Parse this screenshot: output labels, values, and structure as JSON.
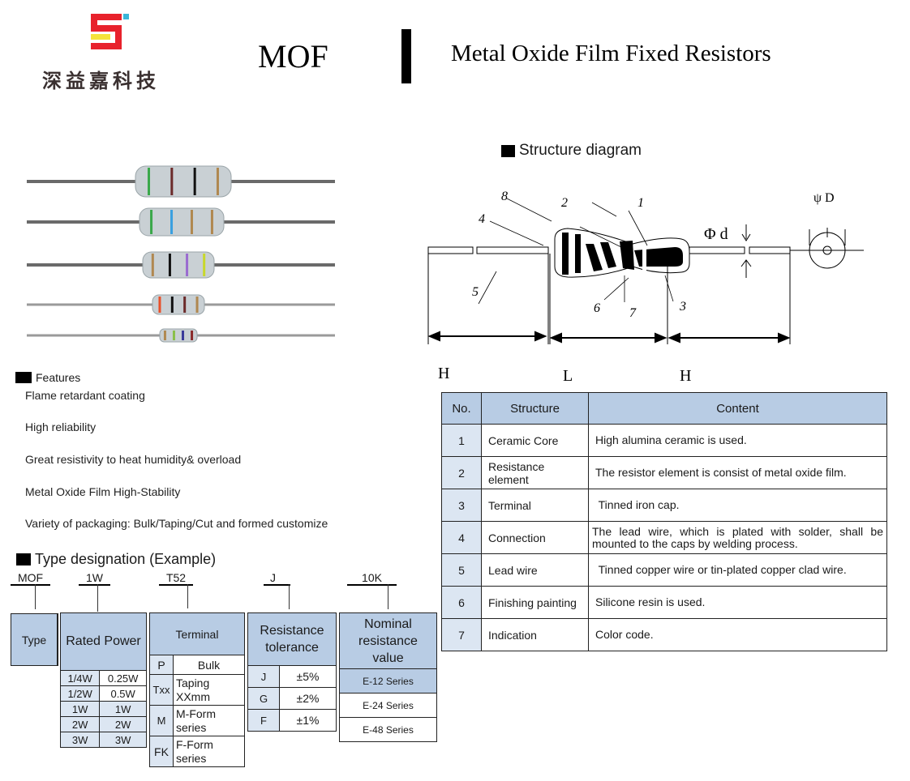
{
  "header": {
    "company_name": "深益嘉科技",
    "product_code": "MOF",
    "product_title": "Metal Oxide Film Fixed Resistors",
    "brand_colors": {
      "red": "#e8222c",
      "yellow": "#f5e33a",
      "cyan": "#3ab6d8"
    }
  },
  "photo": {
    "description": "Five axial metal oxide film resistors of decreasing size",
    "resistors": [
      {
        "bands": [
          "#3aa84a",
          "#6b2a2a",
          "#111111",
          "#b08850"
        ]
      },
      {
        "bands": [
          "#3aa84a",
          "#3aa0e0",
          "#b08850",
          "#b08850"
        ]
      },
      {
        "bands": [
          "#b08850",
          "#111111",
          "#9a6ad0",
          "#c8d82a"
        ]
      },
      {
        "bands": [
          "#e8502a",
          "#111111",
          "#6b2a2a",
          "#b08850"
        ]
      },
      {
        "bands": [
          "#b08850",
          "#8ac04a",
          "#3a3a9a",
          "#8a2a2a"
        ]
      }
    ]
  },
  "features": {
    "heading": "Features",
    "items": [
      "Flame retardant coating",
      "High reliability",
      "Great resistivity to heat humidity& overload",
      "Metal Oxide Film High-Stability",
      "Variety of packaging: Bulk/Taping/Cut and formed customize"
    ]
  },
  "structure_diagram": {
    "heading": "Structure diagram",
    "callouts": [
      "1",
      "2",
      "3",
      "4",
      "5",
      "6",
      "7",
      "8"
    ],
    "lead_diameter_label": "Φ d",
    "body_diameter_label": "ψ D",
    "dimension_labels": [
      "H",
      "L",
      "H"
    ]
  },
  "structure_table": {
    "headers": [
      "No.",
      "Structure",
      "Content"
    ],
    "rows": [
      {
        "no": "1",
        "structure": "Ceramic Core",
        "content": "High alumina ceramic is used."
      },
      {
        "no": "2",
        "structure": "Resistance element",
        "content": "The resistor element is consist of metal oxide film."
      },
      {
        "no": "3",
        "structure": "Terminal",
        "content": " Tinned iron cap."
      },
      {
        "no": "4",
        "structure": "Connection",
        "content": " The lead wire, which is plated with solder, shall be mounted to the caps by welding process."
      },
      {
        "no": "5",
        "structure": "Lead wire",
        "content": " Tinned copper wire or tin-plated copper clad wire."
      },
      {
        "no": "6",
        "structure": "Finishing painting",
        "content": "Silicone resin is used."
      },
      {
        "no": "7",
        "structure": "Indication",
        "content": "Color code."
      }
    ]
  },
  "type_designation": {
    "heading": "Type designation (Example)",
    "example_codes": [
      "MOF",
      "1W",
      "T52",
      "J",
      "10K"
    ],
    "type": {
      "header": "Type"
    },
    "rated_power": {
      "header": "Rated Power",
      "rows": [
        [
          "1/4W",
          "0.25W"
        ],
        [
          "1/2W",
          "0.5W"
        ],
        [
          "1W",
          "1W"
        ],
        [
          "2W",
          "2W"
        ],
        [
          "3W",
          "3W"
        ]
      ]
    },
    "terminal": {
      "header": "Terminal",
      "rows": [
        [
          "P",
          "Bulk"
        ],
        [
          "Txx",
          "Taping XXmm"
        ],
        [
          "M",
          "M-Form series"
        ],
        [
          "FK",
          "F-Form series"
        ]
      ]
    },
    "tolerance": {
      "header": "Resistance tolerance",
      "rows": [
        [
          "J",
          "±5%"
        ],
        [
          "G",
          "±2%"
        ],
        [
          "F",
          "±1%"
        ]
      ]
    },
    "nominal": {
      "header": "Nominal resistance value",
      "rows": [
        "E-12 Series",
        "E-24 Series",
        "E-48 Series"
      ]
    }
  }
}
